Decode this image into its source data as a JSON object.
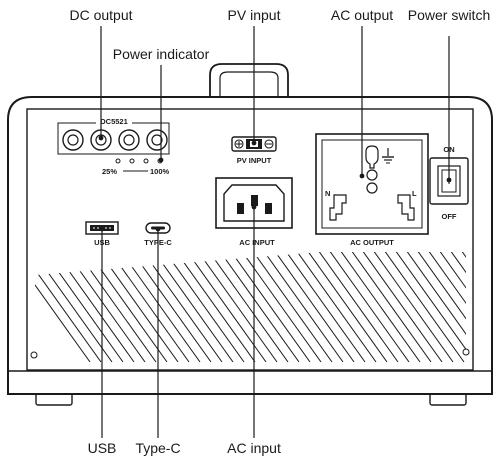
{
  "callouts": {
    "dc_output": "DC output",
    "pv_input": "PV input",
    "ac_output": "AC output",
    "power_switch": "Power switch",
    "power_indicator": "Power indicator",
    "usb": "USB",
    "type_c": "Type-C",
    "ac_input": "AC input"
  },
  "panel_labels": {
    "dc5521": "DC5521",
    "indicator_min": "25%",
    "indicator_max": "100%",
    "pv_input": "PV INPUT",
    "ac_input": "AC INPUT",
    "ac_output": "AC OUTPUT",
    "usb": "USB",
    "type_c": "TYPE-C",
    "switch_on": "ON",
    "switch_off": "OFF",
    "socket_neutral": "N",
    "socket_live": "L",
    "switch_mark": "I"
  }
}
